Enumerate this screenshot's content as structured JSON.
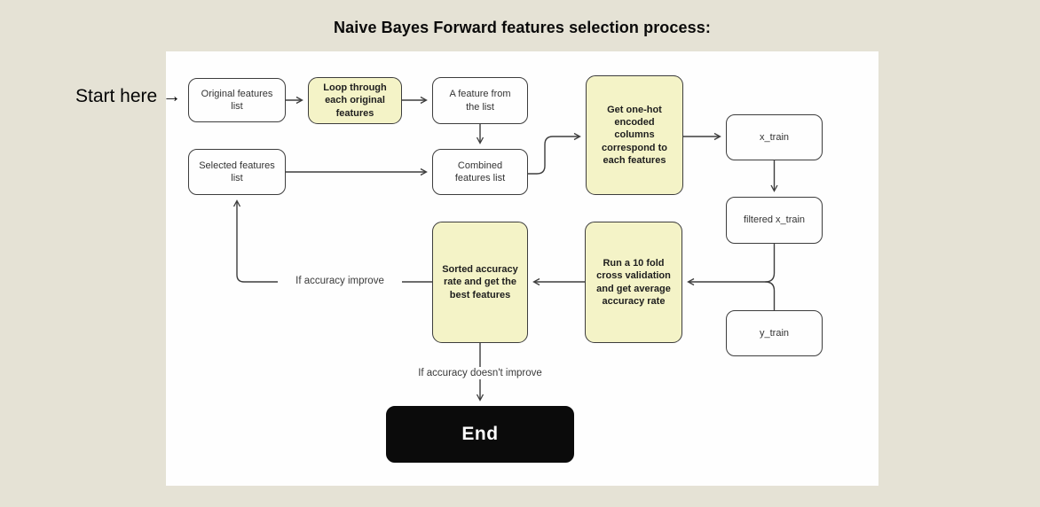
{
  "title": "Naive Bayes Forward features selection process:",
  "start_label": "Start here →",
  "colors": {
    "background": "#e5e2d5",
    "canvas": "#fefefe",
    "node_border": "#3d3d3d",
    "node_fill_plain": "#fefefe",
    "node_fill_highlight": "#f4f3c7",
    "connector": "#3d3d3d",
    "end_fill": "#0b0b0b",
    "end_text": "#ffffff"
  },
  "nodes": {
    "original": {
      "label": "Original features\nlist",
      "type": "plain"
    },
    "loop": {
      "label": "Loop through\neach original\nfeatures",
      "type": "highlight"
    },
    "feature_from_list": {
      "label": "A feature from\nthe list",
      "type": "plain"
    },
    "selected": {
      "label": "Selected features\nlist",
      "type": "plain"
    },
    "combined": {
      "label": "Combined\nfeatures list",
      "type": "plain"
    },
    "one_hot": {
      "label": "Get one-hot\nencoded\ncolumns\ncorrespond to\neach features",
      "type": "highlight"
    },
    "x_train": {
      "label": "x_train",
      "type": "plain"
    },
    "filtered_x_train": {
      "label": "filtered x_train",
      "type": "plain"
    },
    "y_train": {
      "label": "y_train",
      "type": "plain"
    },
    "run_cv": {
      "label": "Run a 10 fold\ncross validation\nand get average\naccuracy rate",
      "type": "highlight"
    },
    "sorted": {
      "label": "Sorted accuracy\nrate and get the\nbest features",
      "type": "highlight"
    },
    "end": {
      "label": "End",
      "type": "end"
    }
  },
  "edge_labels": {
    "improve": "If accuracy improve",
    "not_improve": "If accuracy doesn't improve"
  }
}
